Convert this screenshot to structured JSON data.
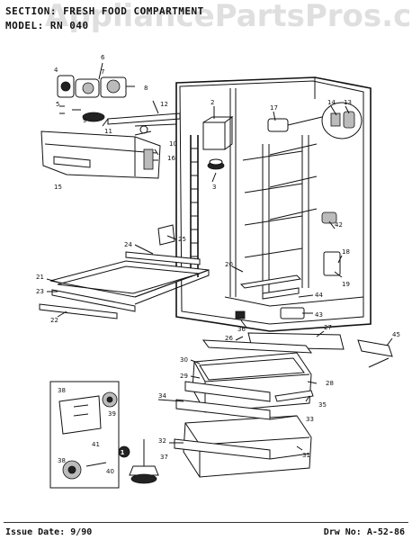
{
  "header": {
    "section_label": "SECTION: FRESH FOOD COMPARTMENT",
    "model_label": "MODEL: RN 040"
  },
  "watermark": "AppliancePartsPros.com",
  "footer": {
    "issue_date": "Issue Date: 9/90",
    "drawing_number": "Drw No: A-52-86"
  },
  "callouts": [
    "1",
    "2",
    "3",
    "4",
    "5",
    "6",
    "7",
    "8",
    "9",
    "10",
    "11",
    "12",
    "13",
    "14",
    "15",
    "16",
    "17",
    "18",
    "19",
    "20",
    "21",
    "22",
    "23",
    "24",
    "25",
    "26",
    "27",
    "28",
    "29",
    "30",
    "31",
    "32",
    "33",
    "34",
    "35",
    "36",
    "37",
    "38",
    "39",
    "40",
    "41",
    "42",
    "43",
    "44",
    "45"
  ],
  "inset_marker": "1"
}
